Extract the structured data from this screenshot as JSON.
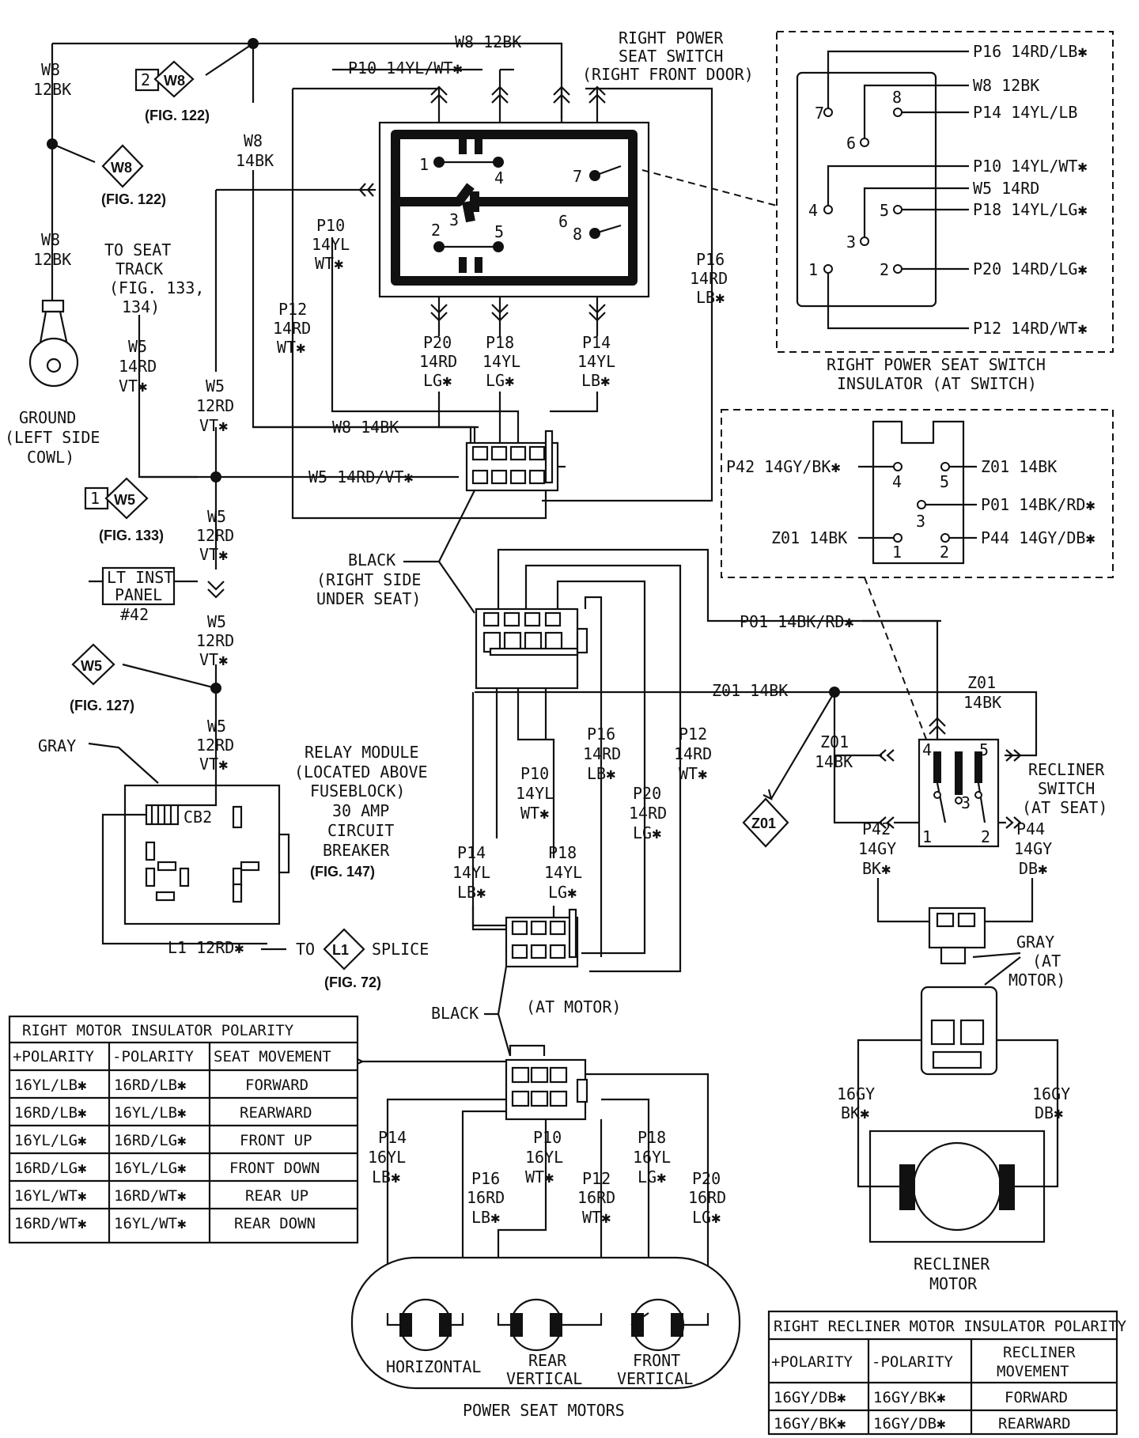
{
  "labels": {
    "w8_12bk_top": "W8 12BK",
    "p10_14ylwt_top": "P10 14YL/WT✱",
    "right_power_seat_switch": [
      "RIGHT POWER",
      "SEAT SWITCH",
      "(RIGHT FRONT DOOR)"
    ],
    "w8_left": [
      "W8",
      "12BK"
    ],
    "w8_left2": [
      "W8",
      "12BK"
    ],
    "w8_14bk_vert": [
      "W8",
      "14BK"
    ],
    "p10_vert": [
      "P10",
      "14YL",
      "WT✱"
    ],
    "p12_vert": [
      "P12",
      "14RD",
      "WT✱"
    ],
    "p16_vert": [
      "P16",
      "14RD",
      "LB✱"
    ],
    "p20_a": [
      "P20",
      "14RD",
      "LG✱"
    ],
    "p18_a": [
      "P18",
      "14YL",
      "LG✱"
    ],
    "p14_a": [
      "P14",
      "14YL",
      "LB✱"
    ],
    "to_seat_track": [
      "TO SEAT",
      "TRACK",
      "(FIG. 133,",
      "134)"
    ],
    "w5_14rd": [
      "W5",
      "14RD",
      "VT✱"
    ],
    "w5_12rd_a": [
      "W5",
      "12RD",
      "VT✱"
    ],
    "ground": [
      "GROUND",
      "(LEFT SIDE",
      "COWL)"
    ],
    "w8_14bk_h": "W8 14BK",
    "w5_14rdvt_h": "W5 14RD/VT✱",
    "w5_12rd_b": [
      "W5",
      "12RD",
      "VT✱"
    ],
    "lt_inst_panel": [
      "LT INST",
      "PANEL"
    ],
    "num42": "#42",
    "w5_12rd_c": [
      "W5",
      "12RD",
      "VT✱"
    ],
    "w5_12rd_d": [
      "W5",
      "12RD",
      "VT✱"
    ],
    "gray": "GRAY",
    "cb2": "CB2",
    "relay_module": [
      "RELAY MODULE",
      "(LOCATED ABOVE",
      "FUSEBLOCK)",
      "30 AMP",
      "CIRCUIT",
      "BREAKER"
    ],
    "fig147": "(FIG. 147)",
    "l1_12rd": "L1 12RD✱",
    "to": "TO",
    "splice": "SPLICE",
    "fig72": "(FIG. 72)",
    "black_right_side": [
      "BLACK",
      "(RIGHT SIDE",
      "UNDER SEAT)"
    ],
    "p16_b": [
      "P16",
      "14RD",
      "LB✱"
    ],
    "p12_b": [
      "P12",
      "14RD",
      "WT✱"
    ],
    "p10_b": [
      "P10",
      "14YL",
      "WT✱"
    ],
    "p20_b": [
      "P20",
      "14RD",
      "LG✱"
    ],
    "p14_b": [
      "P14",
      "14YL",
      "LB✱"
    ],
    "p18_b": [
      "P18",
      "14YL",
      "LG✱"
    ],
    "black_b": "BLACK",
    "at_motor": "(AT MOTOR)",
    "p14_c": [
      "P14",
      "16YL",
      "LB✱"
    ],
    "p16_c": [
      "P16",
      "16RD",
      "LB✱"
    ],
    "p10_c": [
      "P10",
      "16YL",
      "WT✱"
    ],
    "p12_c": [
      "P12",
      "16RD",
      "WT✱"
    ],
    "p18_c": [
      "P18",
      "16YL",
      "LG✱"
    ],
    "p20_c": [
      "P20",
      "16RD",
      "LG✱"
    ],
    "horizontal": "HORIZONTAL",
    "rear_vertical": [
      "REAR",
      "VERTICAL"
    ],
    "front_vertical": [
      "FRONT",
      "VERTICAL"
    ],
    "power_seat_motors": "POWER SEAT MOTORS",
    "insulator_right_p16": "P16 14RD/LB✱",
    "insulator_right_w8": "W8 12BK",
    "insulator_right_p14": "P14 14YL/LB",
    "insulator_right_p10": "P10 14YL/WT✱",
    "insulator_right_w5": "W5 14RD",
    "insulator_right_p18": "P18 14YL/LG✱",
    "insulator_right_p20": "P20 14RD/LG✱",
    "insulator_right_p12": "P12 14RD/WT✱",
    "insulator_caption": [
      "RIGHT POWER SEAT SWITCH",
      "INSULATOR (AT SWITCH)"
    ],
    "recl_p42": "P42 14GY/BK✱",
    "recl_z01_a": "Z01 14BK",
    "recl_p01": "P01 14BK/RD✱",
    "recl_z01_b": "Z01 14BK",
    "recl_p44": "P44 14GY/DB✱",
    "p01_h": "P01 14BK/RD✱",
    "z01_h": "Z01 14BK",
    "z01_right": [
      "Z01",
      "14BK"
    ],
    "z01_mid": [
      "Z01",
      "14BK"
    ],
    "recliner_switch": [
      "RECLINER",
      "SWITCH",
      "(AT SEAT)"
    ],
    "p42_b": [
      "P42",
      "14GY",
      "BK✱"
    ],
    "p44_b": [
      "P44",
      "14GY",
      "DB✱"
    ],
    "gray_at_motor": [
      "GRAY",
      "(AT",
      "MOTOR)"
    ],
    "gy_bk": [
      "16GY",
      "BK✱"
    ],
    "gy_db": [
      "16GY",
      "DB✱"
    ],
    "recliner_motor": [
      "RECLINER",
      "MOTOR"
    ]
  },
  "pins": {
    "sw": [
      "1",
      "2",
      "3",
      "4",
      "5",
      "6",
      "7",
      "8"
    ],
    "ins": [
      "7",
      "8",
      "6",
      "4",
      "5",
      "3",
      "1",
      "2"
    ],
    "recl": [
      "4",
      "5",
      "3",
      "1",
      "2"
    ],
    "rsw": [
      "4",
      "5",
      "3",
      "1",
      "2"
    ]
  },
  "refs": {
    "w8": "W8",
    "w5": "W5",
    "l1": "L1",
    "z01": "Z01",
    "n2": "2",
    "n1": "1",
    "fig122a": "(FIG. 122)",
    "fig122b": "(FIG. 122)",
    "fig133": "(FIG. 133)",
    "fig127": "(FIG. 127)"
  },
  "table_right_motor": {
    "title": "RIGHT MOTOR INSULATOR POLARITY",
    "headers": [
      "+POLARITY",
      "-POLARITY",
      "SEAT MOVEMENT"
    ],
    "rows": [
      [
        "16YL/LB✱",
        "16RD/LB✱",
        "FORWARD"
      ],
      [
        "16RD/LB✱",
        "16YL/LB✱",
        "REARWARD"
      ],
      [
        "16YL/LG✱",
        "16RD/LG✱",
        "FRONT UP"
      ],
      [
        "16RD/LG✱",
        "16YL/LG✱",
        "FRONT DOWN"
      ],
      [
        "16YL/WT✱",
        "16RD/WT✱",
        "REAR UP"
      ],
      [
        "16RD/WT✱",
        "16YL/WT✱",
        "REAR DOWN"
      ]
    ]
  },
  "table_recliner": {
    "title": "RIGHT RECLINER MOTOR INSULATOR POLARITY",
    "headers": [
      "+POLARITY",
      "-POLARITY",
      "RECLINER",
      "MOVEMENT"
    ],
    "rows": [
      [
        "16GY/DB✱",
        "16GY/BK✱",
        "FORWARD"
      ],
      [
        "16GY/BK✱",
        "16GY/DB✱",
        "REARWARD"
      ]
    ]
  }
}
